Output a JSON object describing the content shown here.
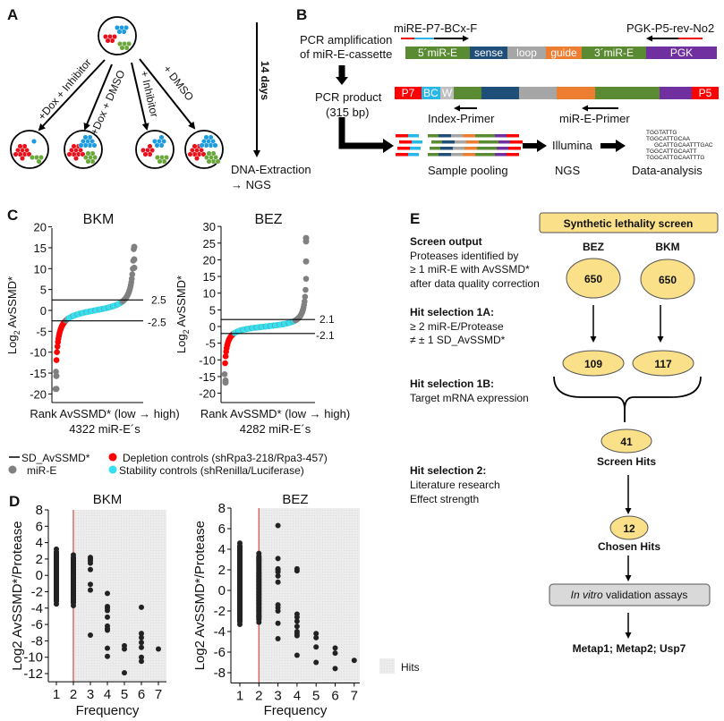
{
  "panels": {
    "A": {
      "label": "A",
      "treatments": [
        "+Dox + Inhibitor",
        "+Dox + DMSO",
        "+ Inhibitor",
        "+ DMSO"
      ],
      "duration": "14 days",
      "endpoint_line1": "DNA-Extraction",
      "endpoint_line2": "→ NGS",
      "colors": {
        "red": "#e8101a",
        "blue": "#1b9be0",
        "green": "#6aa83c"
      }
    },
    "B": {
      "label": "B",
      "step1_line1": "PCR amplification",
      "step1_line2": "of miR-E-cassette",
      "fwd_primer": "miRE-P7-BCx-F",
      "rev_primer": "PGK-P5-rev-No2",
      "cassette": [
        "5´miR-E",
        "sense",
        "loop",
        "guide",
        "3´miR-E",
        "PGK"
      ],
      "product_line1": "PCR product",
      "product_line2": "(315 bp)",
      "product_segments": [
        "P7",
        "BC",
        "W",
        "",
        "",
        "",
        "",
        "",
        "",
        "P5"
      ],
      "index_primer": "Index-Primer",
      "mire_primer": "miR-E-Primer",
      "pooling": "Sample pooling",
      "illumina": "Illumina",
      "ngs": "NGS",
      "analysis": "Data-analysis",
      "reads": [
        "TGGTATTG",
        "TGGCATTGCAA",
        "GCATTGCAATTTGAC",
        "TGGCATTGCAATT",
        "TGGCATTGCAATTTG"
      ],
      "colors": {
        "green": "#5a8a32",
        "navy": "#1f4e79",
        "gray": "#a6a6a6",
        "orange": "#ed7d31",
        "purple": "#7030a0",
        "red": "#ff0000",
        "cyan": "#29b6e8"
      }
    },
    "C": {
      "label": "C",
      "legend": {
        "sd": "SD_AvSSMD*",
        "mire": "miR-E",
        "depletion": "Depletion controls (shRpa3-218/Rpa3-457)",
        "stability": "Stability controls (shRenilla/Luciferase)"
      }
    },
    "D": {
      "label": "D",
      "legend_hits": "Hits"
    },
    "E": {
      "label": "E",
      "title": "Synthetic lethality screen",
      "screen_output_heading": "Screen output",
      "screen_output_lines": [
        "Proteases identified by",
        "≥ 1 miR-E with AvSSMD*",
        "after data quality correction"
      ],
      "columns": [
        "BEZ",
        "BKM"
      ],
      "counts_initial": [
        "650",
        "650"
      ],
      "hit1a_heading": "Hit selection 1A:",
      "hit1a_lines": [
        "≥ 2 miR-E/Protease",
        "≠ ± 1 SD_AvSSMD*"
      ],
      "counts_1a": [
        "109",
        "117"
      ],
      "hit1b_heading": "Hit selection 1B:",
      "hit1b_lines": [
        "Target mRNA expression"
      ],
      "screen_hits_count": "41",
      "screen_hits_label": "Screen Hits",
      "hit2_heading": "Hit selection 2:",
      "hit2_lines": [
        "Literature research",
        "Effect strength"
      ],
      "chosen_count": "12",
      "chosen_label": "Chosen Hits",
      "validation_italic": "In vitro",
      "validation_rest": " validation assays",
      "result": "Metap1; Metap2; Usp7",
      "colors": {
        "ellipse": "#fbe08a",
        "box": "#d9d9d9"
      }
    }
  },
  "chart_data": [
    {
      "type": "scatter",
      "title": "BKM",
      "ylabel": "Log2 AvSSMD*",
      "xlabel": "Rank AvSSMD* (low → high)",
      "xlabel2": "4322 miR-E´s",
      "ylim": [
        -22,
        20
      ],
      "yticks": [
        20,
        15,
        10,
        5,
        0,
        -5,
        -10,
        -15,
        -20
      ],
      "thresholds": [
        2.5,
        -2.5
      ],
      "threshold_labels": [
        "2.5",
        "-2.5"
      ],
      "n": 4322,
      "y_range": [
        -18.8,
        15.2
      ],
      "outliers_high": [
        15.2,
        12.2,
        10.2
      ],
      "outliers_low": [
        -15.7,
        -18.8
      ],
      "colors": {
        "mire": "#808080",
        "depletion": "#ff0000",
        "stability": "#33e0f0"
      }
    },
    {
      "type": "scatter",
      "title": "BEZ",
      "ylabel": "Log2 AvSSMD*",
      "xlabel": "Rank AvSSMD* (low → high)",
      "xlabel2": "4282 miR-E´s",
      "ylim": [
        -22,
        30
      ],
      "yticks": [
        30,
        25,
        20,
        15,
        10,
        5,
        0,
        -5,
        -10,
        -15,
        -20
      ],
      "thresholds": [
        2.1,
        -2.1
      ],
      "threshold_labels": [
        "2.1",
        "-2.1"
      ],
      "n": 4282,
      "y_range": [
        -16.8,
        26.5
      ],
      "outliers_high": [
        26.5,
        25.5,
        19.5
      ],
      "outliers_low": [
        -16.2,
        -16.8
      ],
      "colors": {
        "mire": "#808080",
        "depletion": "#ff0000",
        "stability": "#33e0f0"
      }
    },
    {
      "type": "scatter",
      "title": "BKM",
      "ylabel": "Log2 AvSSMD*/Protease",
      "xlabel": "Frequency",
      "xticks": [
        1,
        2,
        3,
        4,
        5,
        6,
        7
      ],
      "yticks": [
        8,
        6,
        4,
        2,
        0,
        -2,
        -4,
        -6,
        -8,
        -10,
        -12
      ],
      "ylim": [
        -13,
        8
      ],
      "hits_threshold": 2,
      "points": {
        "1": [
          3.2,
          2.6,
          2.3,
          2.0,
          1.7,
          1.4,
          1.1,
          0.8,
          0.5,
          0.2,
          0,
          -0.3,
          -0.6,
          -0.9,
          -1.2,
          -1.5,
          -2.0,
          -2.2,
          -2.6,
          -3.1,
          -3.5
        ],
        "2": [
          2.5,
          2.2,
          1.9,
          1.6,
          1.3,
          1.0,
          0.7,
          0.4,
          0.1,
          -0.2,
          -0.5,
          -0.8,
          -1.1,
          -1.4,
          -1.7,
          -2.0,
          -2.4,
          -2.8,
          -3.7
        ],
        "3": [
          2.2,
          2.0,
          1.8,
          1.5,
          0.7,
          -1.1,
          -1.8,
          -7.3
        ],
        "4": [
          -2.2,
          -3.8,
          -4.0,
          -4.3,
          -5.1,
          -6.2,
          -6.5,
          -6.7,
          -8.9,
          -9.9
        ],
        "5": [
          -8.6,
          -9.0,
          -11.9
        ],
        "6": [
          -3.9,
          -7.1,
          -7.6,
          -8.2,
          -8.8,
          -10.0,
          -10.5
        ],
        "7": [
          -9.0
        ]
      }
    },
    {
      "type": "scatter",
      "title": "BEZ",
      "ylabel": "Log2 AvSSMD*/Protease",
      "xlabel": "Frequency",
      "xticks": [
        1,
        2,
        3,
        4,
        5,
        6,
        7
      ],
      "yticks": [
        8,
        6,
        4,
        2,
        0,
        -2,
        -4,
        -6,
        -8
      ],
      "ylim": [
        -9,
        8
      ],
      "hits_threshold": 2,
      "points": {
        "1": [
          4.6,
          4.0,
          2.7,
          2.0,
          1.7,
          1.4,
          1.1,
          0.8,
          0.5,
          0.2,
          0,
          -0.3,
          -0.6,
          -0.9,
          -1.2,
          -1.5,
          -2.0,
          -2.8,
          -3.0,
          -3.3
        ],
        "2": [
          3.6,
          3.0,
          1.7,
          1.4,
          1.1,
          0.8,
          0.5,
          0.2,
          -0.1,
          -0.4,
          -0.7,
          -1.0,
          -1.3,
          -1.7,
          -2.0,
          -2.5,
          -3.1
        ],
        "3": [
          6.3,
          3.1,
          2.1,
          2.0,
          1.8,
          1.4,
          0.8,
          -1.4,
          -1.7,
          -2.0,
          -3.2,
          -4.7
        ],
        "4": [
          2.1,
          1.9,
          -2.3,
          -2.6,
          -3.0,
          -3.5,
          -4.0,
          -4.2,
          -4.4,
          -6.3
        ],
        "5": [
          -4.2,
          -4.6,
          -5.5,
          -7.0
        ],
        "6": [
          -5.6,
          -6.1,
          -7.6
        ],
        "7": [
          -6.8
        ]
      }
    }
  ]
}
